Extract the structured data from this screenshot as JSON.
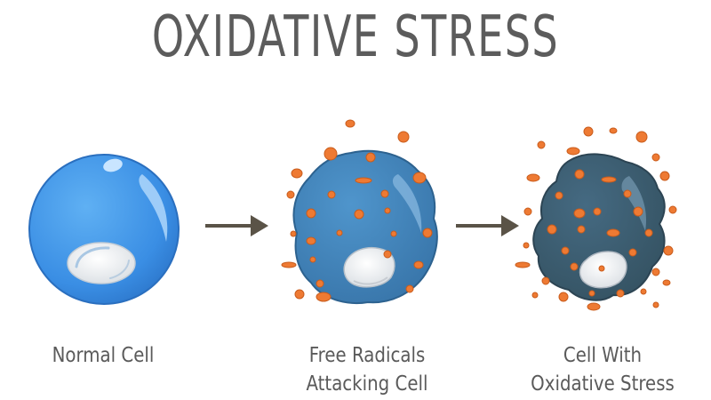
{
  "title": "OXIDATIVE STRESS",
  "stages": [
    {
      "lines": [
        "Normal Cell"
      ]
    },
    {
      "lines": [
        "Free Radicals",
        "Attacking Cell"
      ]
    },
    {
      "lines": [
        "Cell With",
        "Oxidative Stress"
      ]
    }
  ],
  "colors": {
    "title": "#5c5c5c",
    "label": "#5a5a5a",
    "normal_cell": "#3d8ee0",
    "attacked_cell": "#3f7fb5",
    "stressed_cell": "#3a5a70",
    "free_radical": "#ee7a33",
    "arrow": "#5a5347",
    "nucleus": "#e6e6e6"
  },
  "icons": [
    "arrow-right-icon",
    "free-radical-icon"
  ]
}
